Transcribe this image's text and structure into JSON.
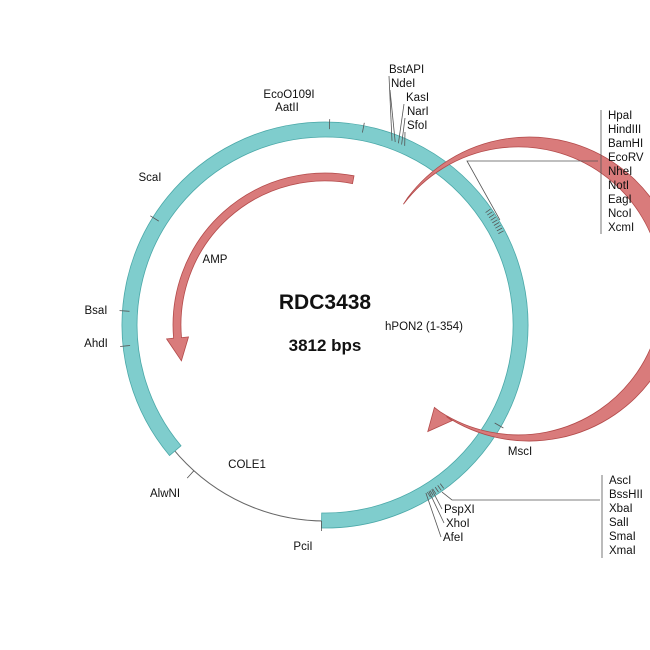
{
  "plasmid": {
    "name": "RDC3438",
    "size_label": "3812 bps"
  },
  "features": [
    {
      "label": "AMP",
      "color": "#d97b7b"
    },
    {
      "label": "hPON2 (1-354)",
      "color": "#d97b7b"
    },
    {
      "label": "COLE1",
      "color": "#7fcdcd"
    }
  ],
  "sites": {
    "single": [
      "EcoO109I",
      "AatII",
      "ScaI",
      "BsaI",
      "AhdI",
      "AlwNI",
      "PciI",
      "MscI"
    ],
    "top_cluster": [
      "BstAPI",
      "NdeI",
      "KasI",
      "NarI",
      "SfoI"
    ],
    "mcs_top": [
      "HpaI",
      "HindIII",
      "BamHI",
      "EcoRV",
      "NheI",
      "NotI",
      "EagI",
      "NcoI",
      "XcmI"
    ],
    "bottom_cluster": [
      "PspXI",
      "XhoI",
      "AfeI"
    ],
    "mcs_bottom": [
      "AscI",
      "BssHII",
      "XbaI",
      "SalI",
      "SmaI",
      "XmaI"
    ]
  }
}
